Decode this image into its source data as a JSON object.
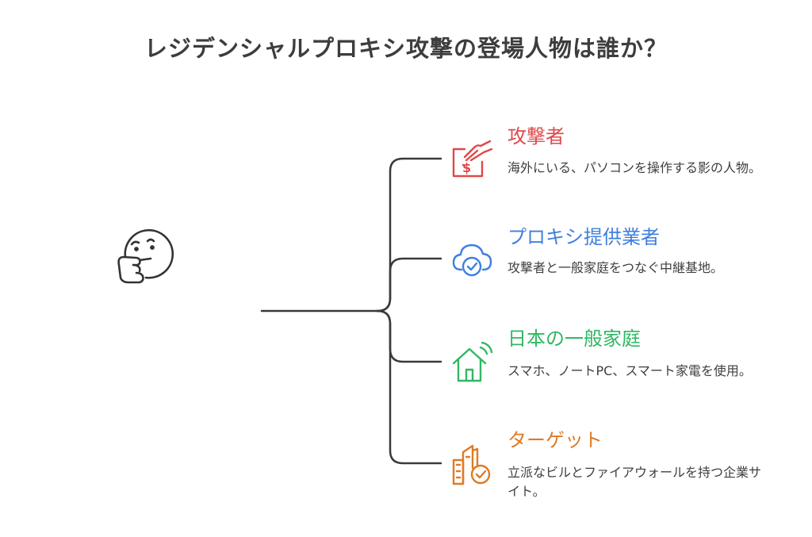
{
  "title": "レジデンシャルプロキシ攻撃の登場人物は誰か？",
  "center_icon": "thinking-face-icon",
  "items": [
    {
      "title": "攻撃者",
      "description": "海外にいる、パソコンを操作する影の人物。",
      "icon": "money-theft-icon",
      "color": "#e0484a"
    },
    {
      "title": "プロキシ提供業者",
      "description": "攻撃者と一般家庭をつなぐ中継基地。",
      "icon": "cloud-check-icon",
      "color": "#3f7fe0"
    },
    {
      "title": "日本の一般家庭",
      "description": "スマホ、ノートPC、スマート家電を使用。",
      "icon": "smart-home-icon",
      "color": "#2fb864"
    },
    {
      "title": "ターゲット",
      "description": "立派なビルとファイアウォールを持つ企業サイト。",
      "icon": "building-check-icon",
      "color": "#e07a24"
    }
  ]
}
